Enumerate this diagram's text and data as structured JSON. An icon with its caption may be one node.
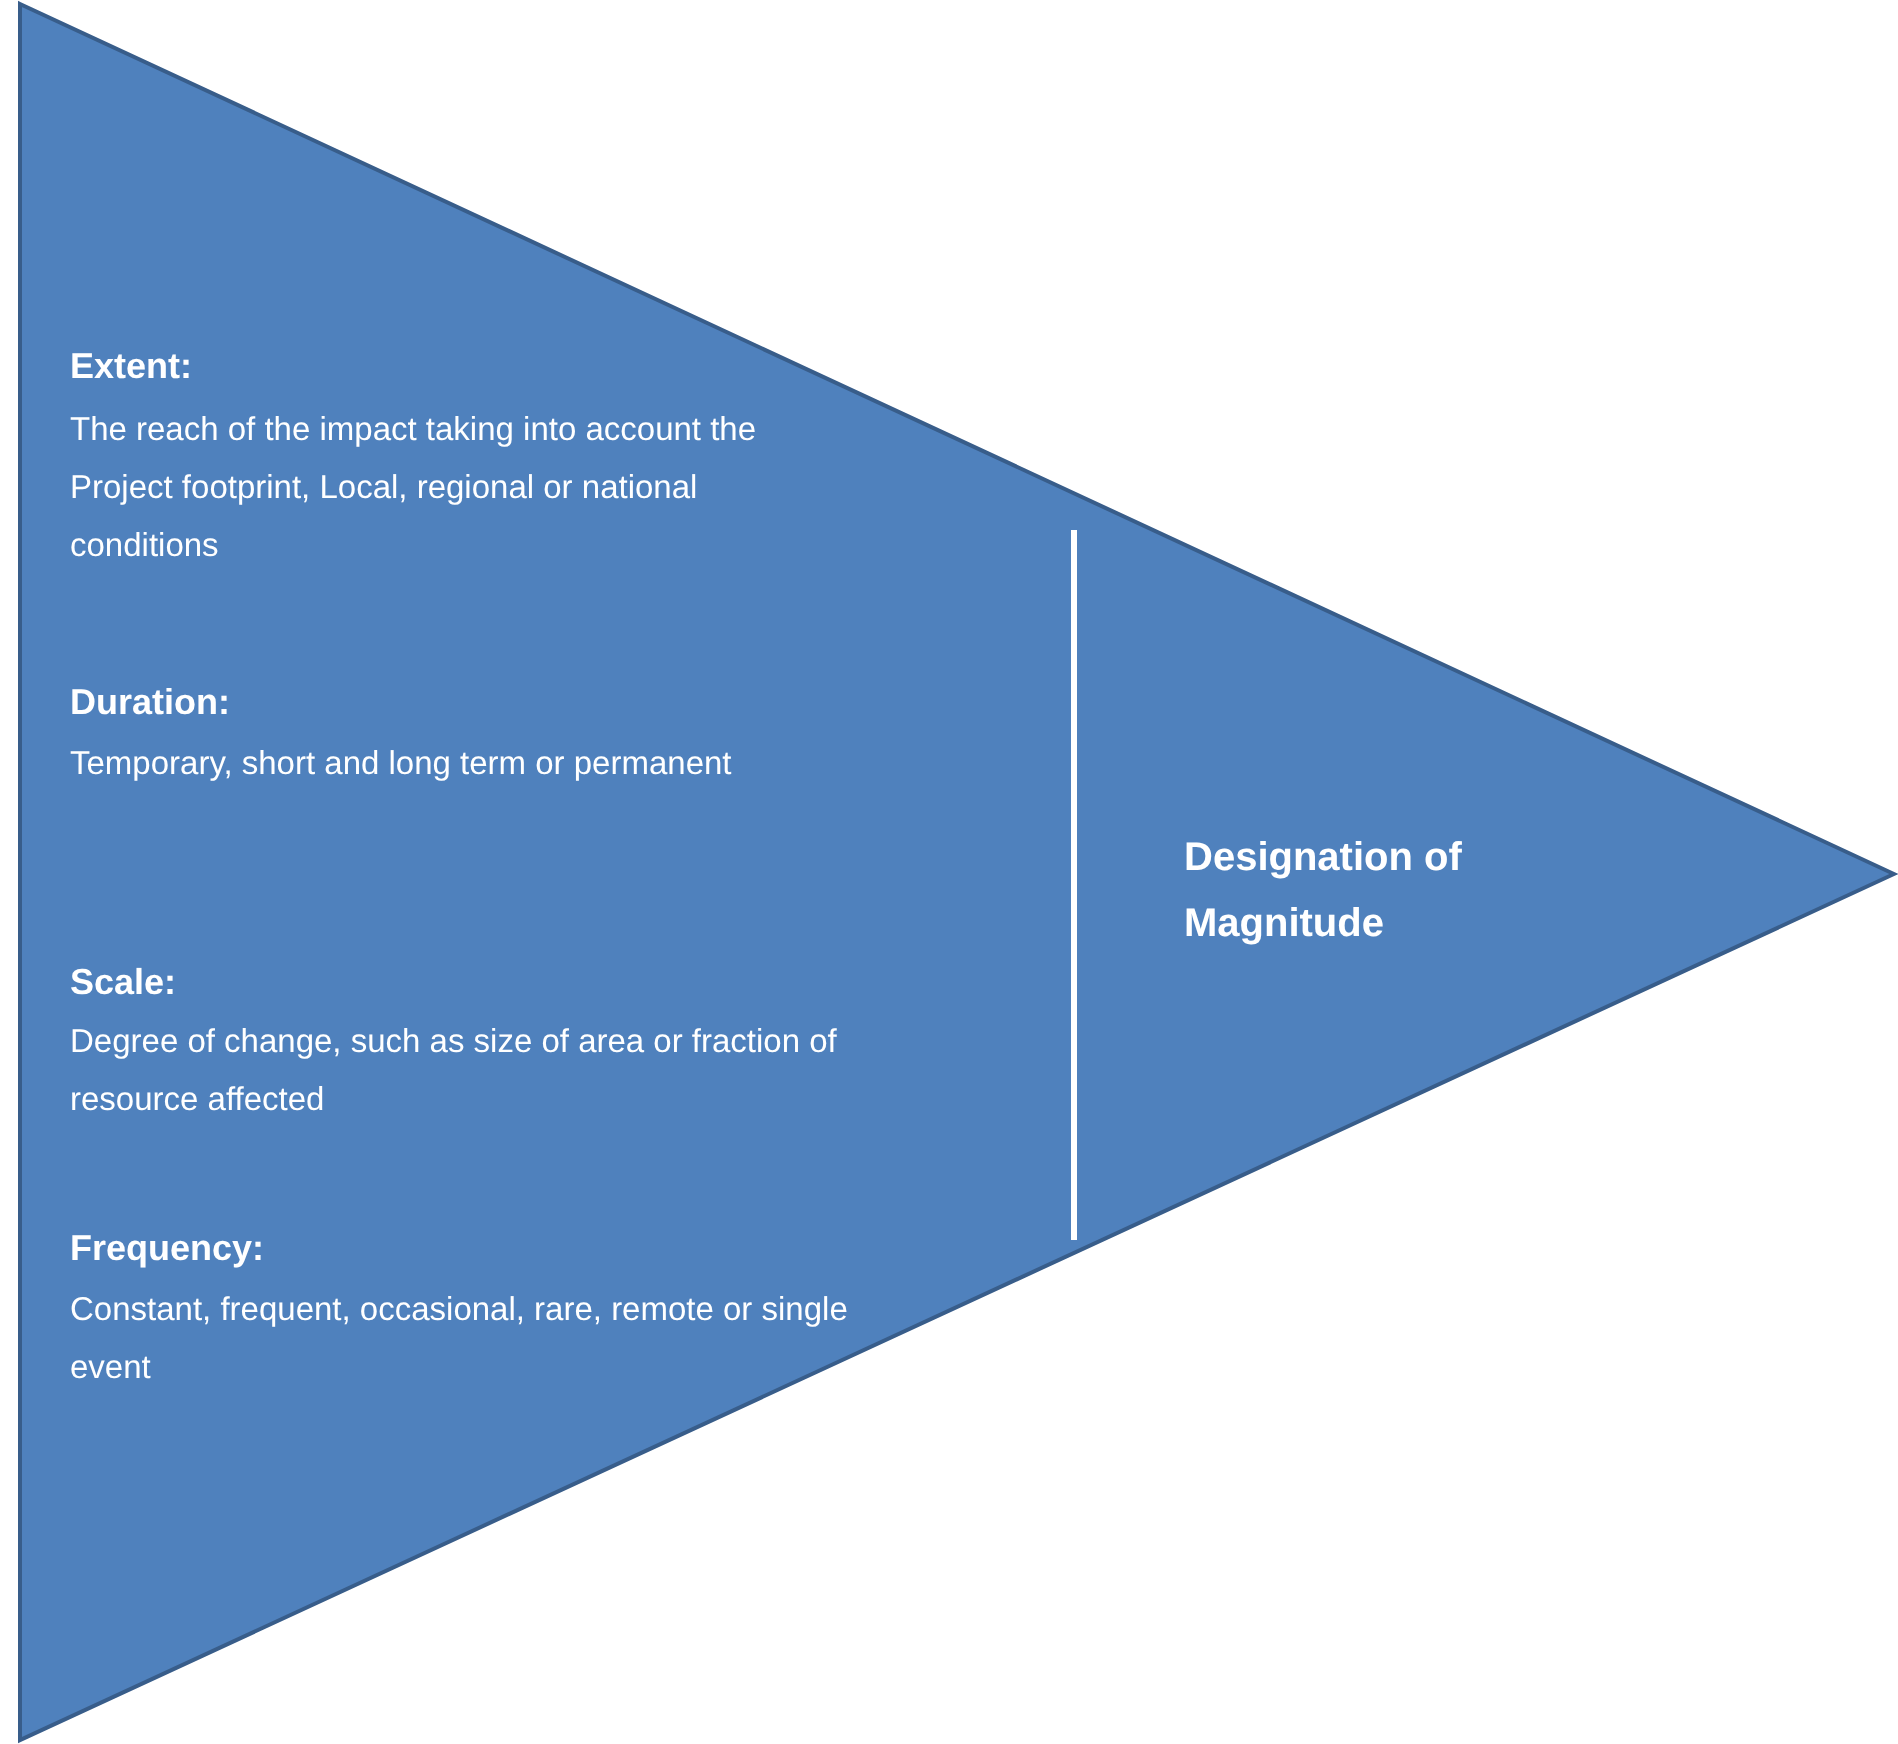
{
  "diagram": {
    "nodes": [
      {
        "text": [
          "Extent:",
          "The reach of the impact taking into account the Project footprint, Local, regional or national conditions",
          "Duration:",
          "Temporary, short and long term or permanent",
          "Scale:",
          "Degree of change, such as size of area or fraction of resource affected",
          "Frequency:",
          "Constant, frequent, occasional, rare, remote or single event",
          "Designation of Magnitude"
        ]
      }
    ]
  }
}
